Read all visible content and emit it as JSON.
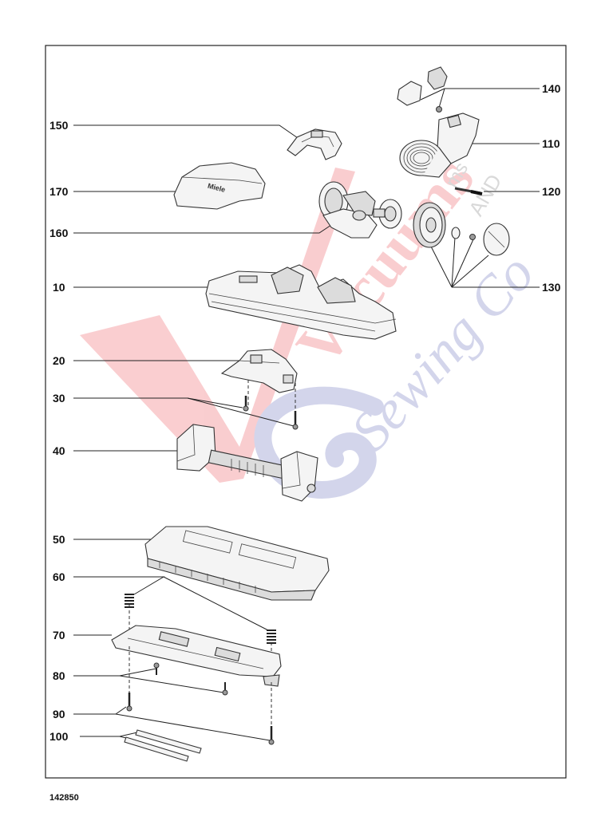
{
  "diagram": {
    "code": "142850",
    "watermark": {
      "line1": "Vacuums",
      "line2": "Sewing Co",
      "small": "AND",
      "small2": "ms",
      "color_red": "#e8202a",
      "color_blue": "#3c46a8"
    },
    "callouts": [
      {
        "id": "10",
        "label": "10"
      },
      {
        "id": "20",
        "label": "20"
      },
      {
        "id": "30",
        "label": "30"
      },
      {
        "id": "40",
        "label": "40"
      },
      {
        "id": "50",
        "label": "50"
      },
      {
        "id": "60",
        "label": "60"
      },
      {
        "id": "70",
        "label": "70"
      },
      {
        "id": "80",
        "label": "80"
      },
      {
        "id": "90",
        "label": "90"
      },
      {
        "id": "100",
        "label": "100"
      },
      {
        "id": "110",
        "label": "110"
      },
      {
        "id": "120",
        "label": "120"
      },
      {
        "id": "130",
        "label": "130"
      },
      {
        "id": "140",
        "label": "140"
      },
      {
        "id": "150",
        "label": "150"
      },
      {
        "id": "160",
        "label": "160"
      },
      {
        "id": "170",
        "label": "170"
      }
    ],
    "cover_logo": "Miele"
  }
}
